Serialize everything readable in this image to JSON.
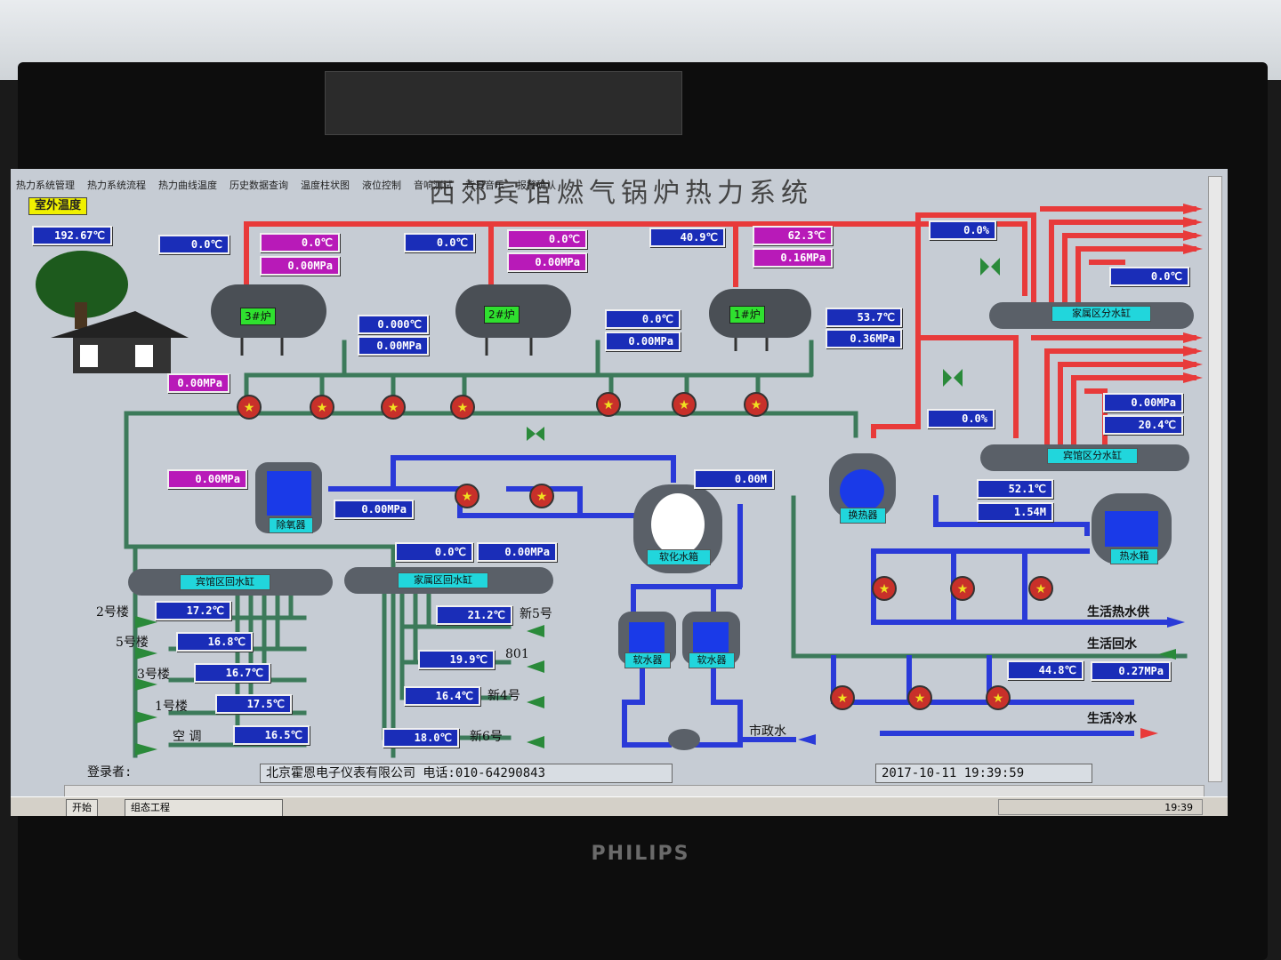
{
  "menu": [
    "热力系统管理",
    "热力系统流程",
    "热力曲线温度",
    "历史数据查询",
    "温度柱状图",
    "液位控制",
    "音响测试",
    "背景音乐",
    "报警确认"
  ],
  "title": "西郊宾馆燃气锅炉热力系统",
  "outdoor": {
    "label": "室外温度",
    "value": "192.67℃"
  },
  "boilers": {
    "b3": {
      "name": "3#炉",
      "temp_out": "0.0℃",
      "temp": "0.0℃",
      "press": "0.00MPa",
      "temp_in": "0.000℃",
      "press_in": "0.00MPa"
    },
    "b2": {
      "name": "2#炉",
      "temp_out": "0.0℃",
      "temp": "0.0℃",
      "press": "0.00MPa",
      "temp_in": "0.0℃",
      "press_in": "0.00MPa"
    },
    "b1": {
      "name": "1#炉",
      "temp_out": "40.9℃",
      "temp": "62.3℃",
      "press": "0.16MPa",
      "temp_in": "53.7℃",
      "press_in": "0.36MPa"
    }
  },
  "valves": {
    "v_top": "0.0%",
    "v_mid": "0.0%"
  },
  "header_press": "0.00MPa",
  "deaerator": {
    "name": "除氧器",
    "press_left": "0.00MPa",
    "press": "0.00MPa"
  },
  "soft_tank": {
    "name": "软化水箱",
    "level": "0.00M"
  },
  "softeners": [
    "软水器",
    "软水器"
  ],
  "exchanger": {
    "name": "换热器",
    "temp": "52.1℃",
    "level": "1.54M"
  },
  "hot_tank": {
    "name": "热水箱"
  },
  "manifolds": {
    "family_supply": "家属区分水缸",
    "hotel_supply": "宾馆区分水缸",
    "hotel_return": "宾馆区回水缸",
    "family_return": "家属区回水缸"
  },
  "family_supply_temp": "0.0℃",
  "hotel_supply_press": "0.00MPa",
  "hotel_supply_temp": "20.4℃",
  "family_return_temp": "0.0℃",
  "family_return_press": "0.00MPa",
  "hotel_branches": [
    {
      "label": "2号楼",
      "temp": "17.2℃"
    },
    {
      "label": "5号楼",
      "temp": "16.8℃"
    },
    {
      "label": "3号楼",
      "temp": "16.7℃"
    },
    {
      "label": "1号楼",
      "temp": "17.5℃"
    },
    {
      "label": "空 调",
      "temp": "16.5℃"
    }
  ],
  "family_branches": [
    {
      "label": "新5号",
      "temp": "21.2℃"
    },
    {
      "label": "801",
      "temp": "19.9℃"
    },
    {
      "label": "新4号",
      "temp": "16.4℃"
    },
    {
      "label": "新6号",
      "temp": "18.0℃"
    }
  ],
  "domestic": {
    "hot": "生活热水供",
    "return": "生活回水",
    "cold": "生活冷水",
    "cold_temp": "44.8℃",
    "cold_press": "0.27MPa"
  },
  "city_water": "市政水",
  "status": {
    "login": "登录者:",
    "company": "北京霍恩电子仪表有限公司  电话:010-64290843",
    "datetime": "2017-10-11  19:39:59"
  },
  "taskbar": {
    "start": "开始",
    "task": "组态工程",
    "clock": "19:39"
  },
  "brand": "PHILIPS",
  "colors": {
    "hot_pipe": "#e83a3a",
    "cold_pipe": "#2a3ad8",
    "return_pipe": "#3c7a5a",
    "value_box": "#1a2db8",
    "magenta_box": "#b81ab8"
  }
}
